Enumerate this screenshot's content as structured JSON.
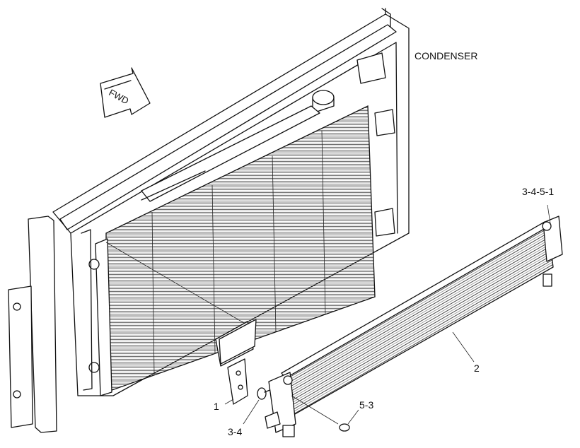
{
  "labels": {
    "condenser": "CONDENSER",
    "fwd": "FWD",
    "callout_top_right": "3-4-5-1",
    "callout_2": "2",
    "callout_1": "1",
    "callout_3_4": "3-4",
    "callout_5_3": "5-3"
  }
}
